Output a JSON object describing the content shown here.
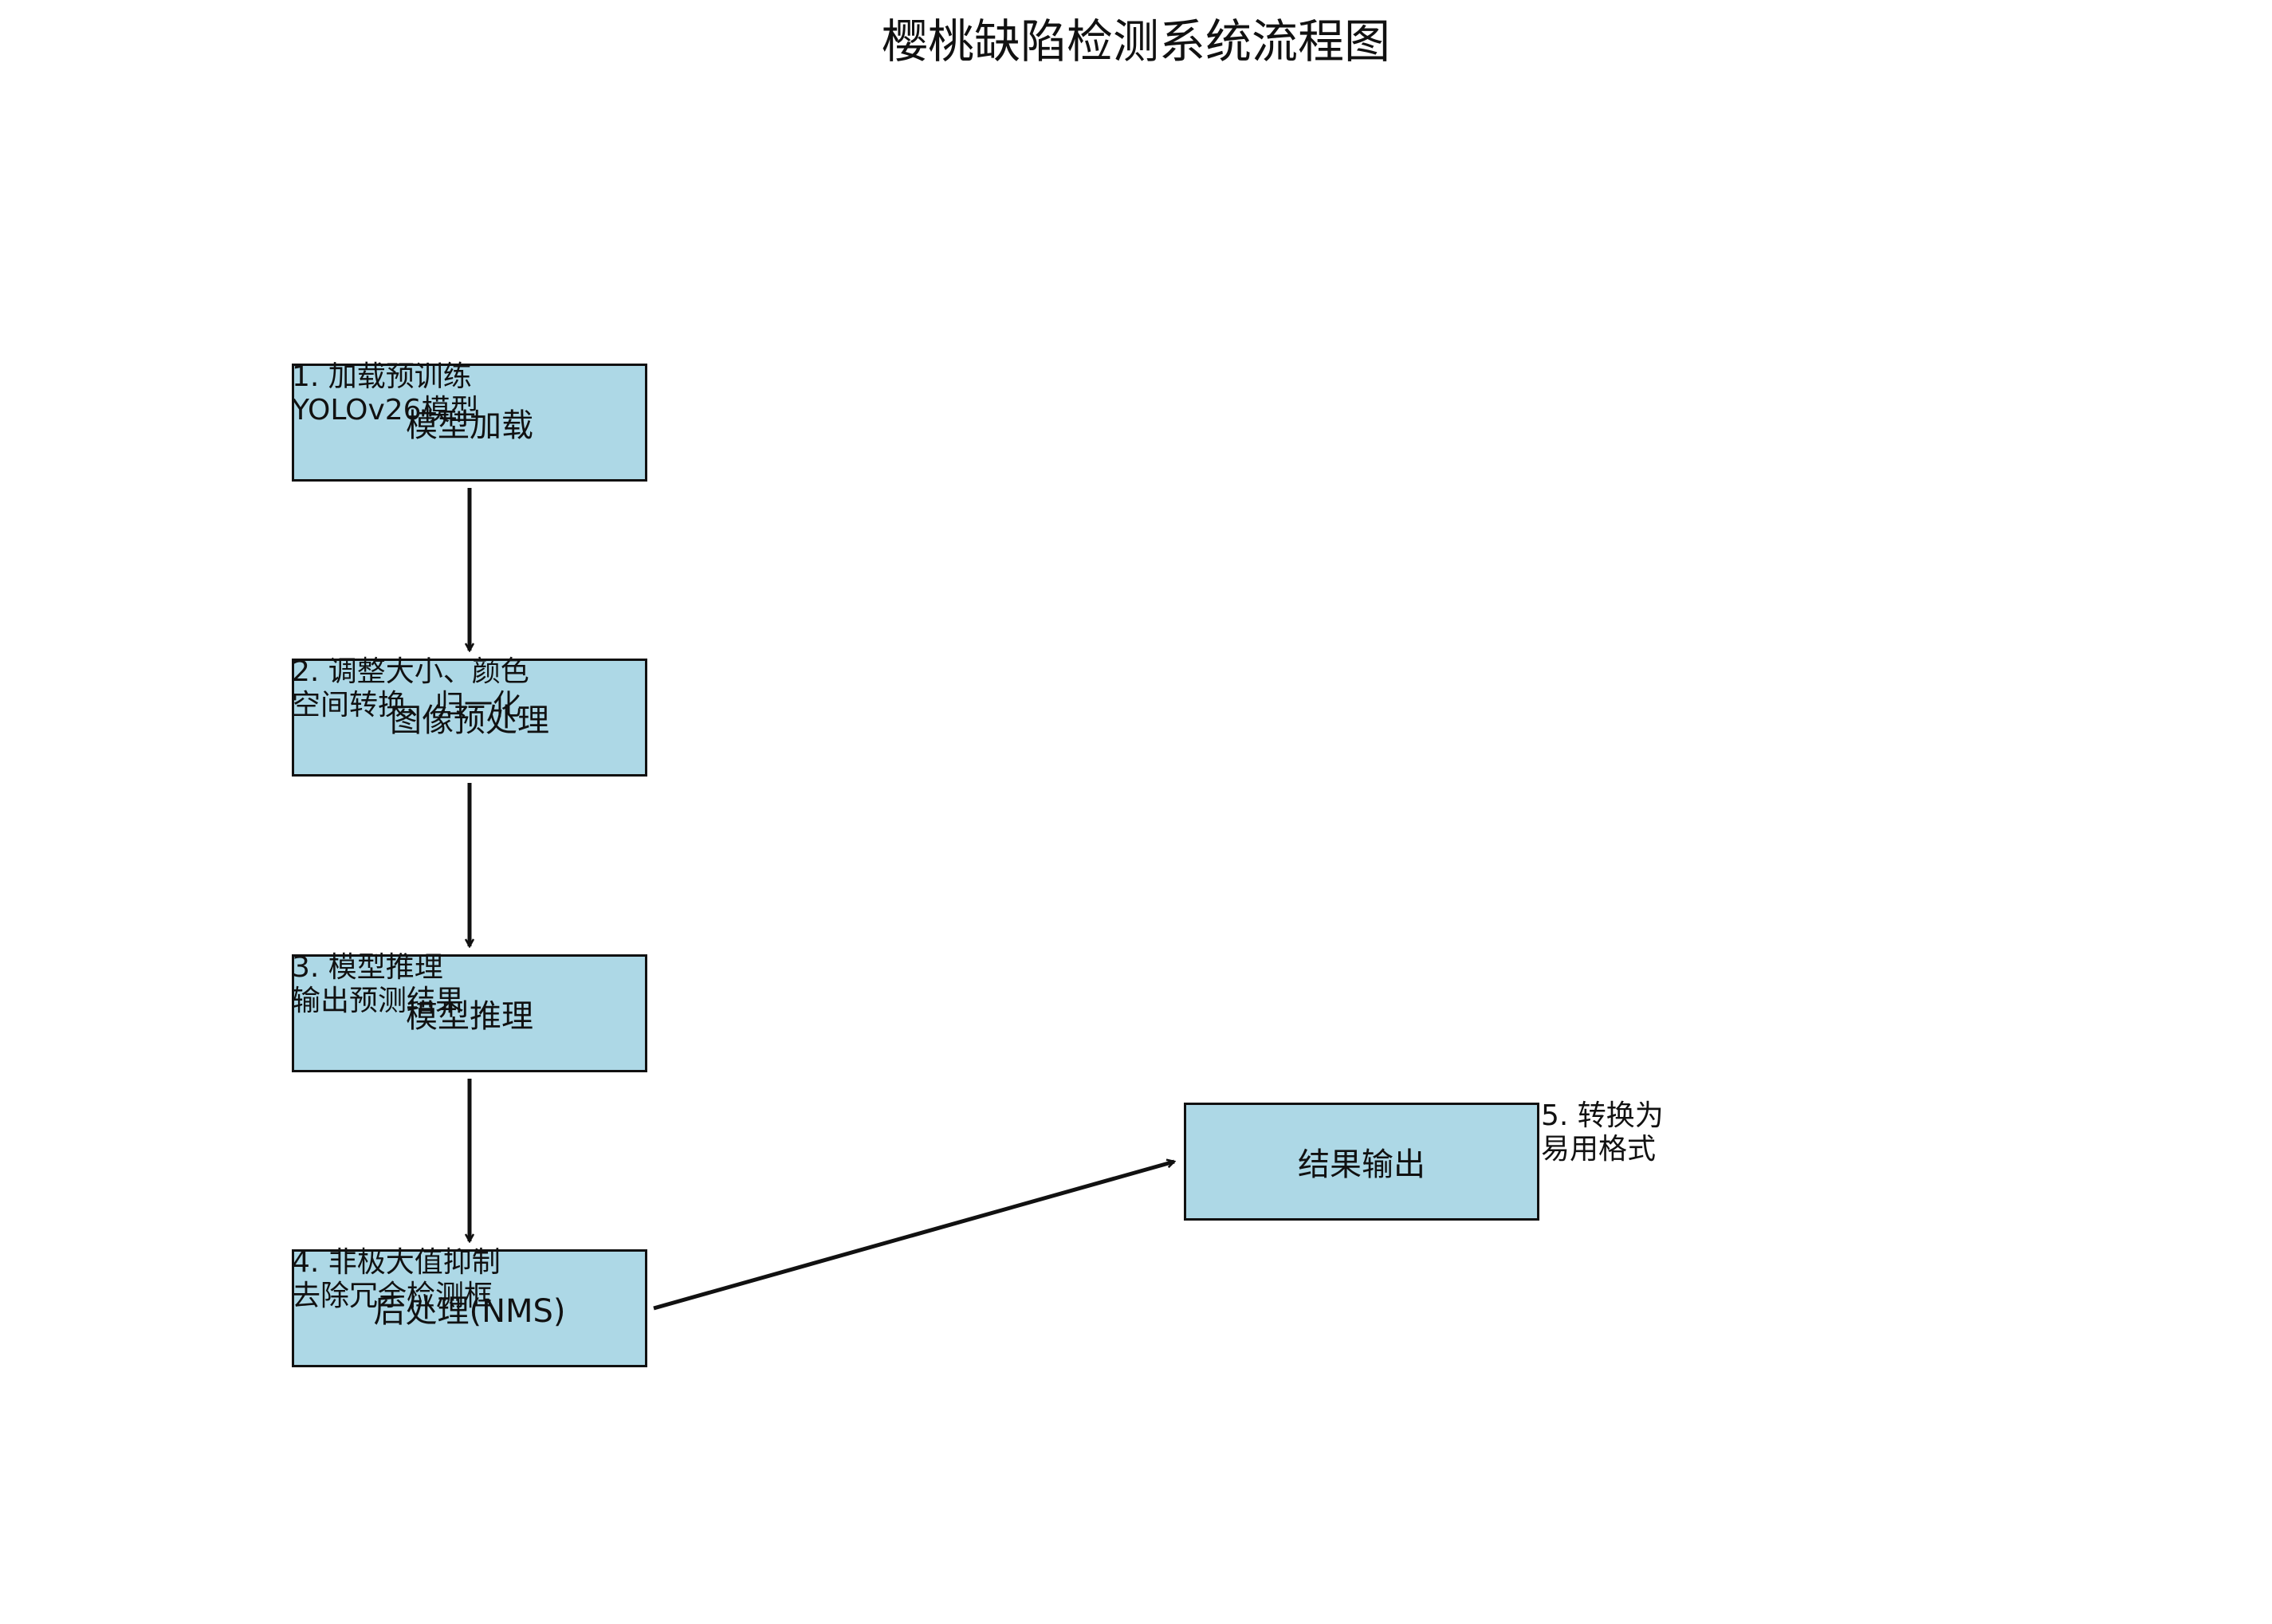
{
  "title": "樱桃缺陷检测系统流程图",
  "colors": {
    "box_fill": "#add8e6",
    "box_border": "#111111",
    "arrow": "#111111"
  },
  "nodes": [
    {
      "id": "model-loading",
      "label": "模型加载",
      "annotation": "1. 加载预训练\nYOLOv26模型"
    },
    {
      "id": "image-preprocessing",
      "label": "图像预处理",
      "annotation": "2. 调整大小、颜色\n空间转换、归一化"
    },
    {
      "id": "model-inference",
      "label": "模型推理",
      "annotation": "3. 模型推理\n输出预测结果"
    },
    {
      "id": "post-processing",
      "label": "后处理(NMS)",
      "annotation": "4. 非极大值抑制\n去除冗余检测框"
    },
    {
      "id": "result-output",
      "label": "结果输出",
      "annotation": "5. 转换为\n易用格式"
    }
  ],
  "edges": [
    {
      "from": "model-loading",
      "to": "image-preprocessing"
    },
    {
      "from": "image-preprocessing",
      "to": "model-inference"
    },
    {
      "from": "model-inference",
      "to": "post-processing"
    },
    {
      "from": "post-processing",
      "to": "result-output"
    }
  ]
}
